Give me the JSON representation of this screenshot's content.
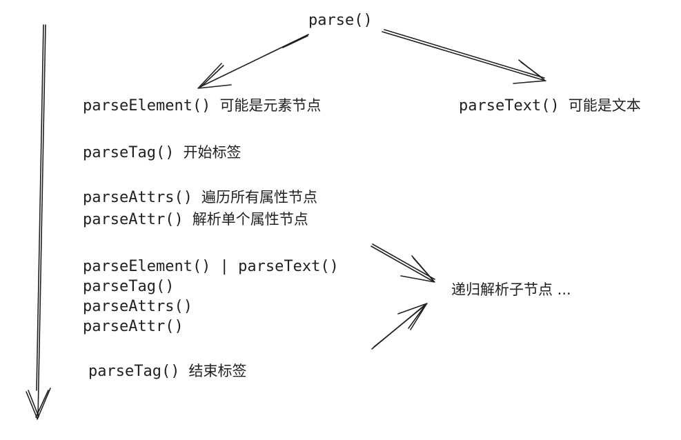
{
  "colors": {
    "ink": "#1f1f1f",
    "background": "#ffffff"
  },
  "diagram": {
    "root": {
      "code": "parse()"
    },
    "branches": {
      "element": {
        "code": "parseElement()",
        "note": "可能是元素节点"
      },
      "text": {
        "code": "parseText()",
        "note": "可能是文本"
      }
    },
    "steps": [
      {
        "code": "parseTag()",
        "note": "开始标签"
      },
      {
        "code": "parseAttrs()",
        "note": "遍历所有属性节点"
      },
      {
        "code": "parseAttr()",
        "note": "解析单个属性节点"
      }
    ],
    "recursion_block": {
      "lines": [
        "parseElement() | parseText()",
        "parseTag()",
        "parseAttrs()",
        "parseAttr()"
      ]
    },
    "end_step": {
      "code": "parseTag()",
      "note": "结束标签"
    },
    "recursion_label": "递归解析子节点 ..."
  },
  "arrows": [
    {
      "name": "flow-sequence-arrow",
      "description": "long downward double-stroke arrow along the left side"
    },
    {
      "name": "parse-to-parseelement-arrow",
      "description": "arrow from parse() down-left to parseElement()"
    },
    {
      "name": "parse-to-parsetext-arrow",
      "description": "arrow from parse() down-right to parseText()"
    },
    {
      "name": "recursion-upper-arrow",
      "description": "arrow pointing down-right at the recursion label"
    },
    {
      "name": "recursion-lower-arrow",
      "description": "arrow pointing up-right at the recursion label"
    }
  ]
}
